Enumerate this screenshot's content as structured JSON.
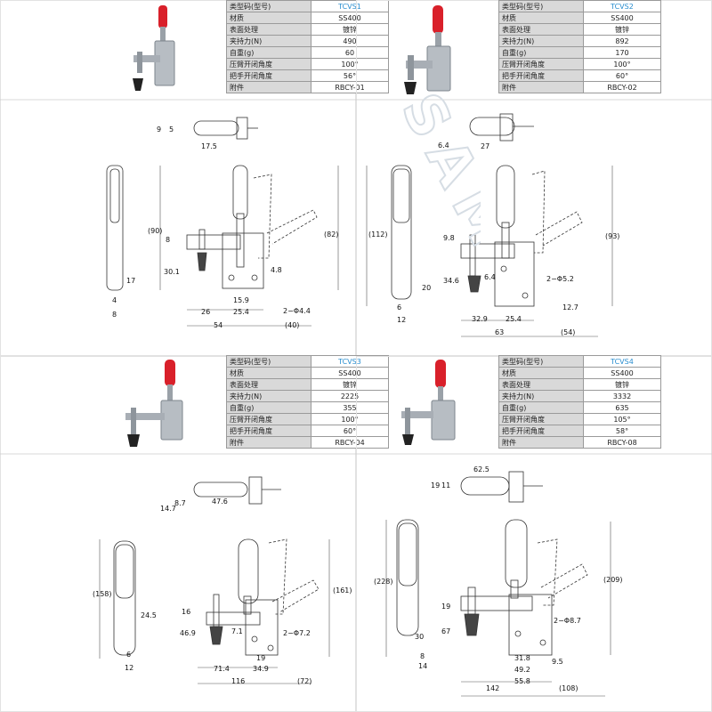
{
  "labels": {
    "model_code": "类型码(型号)",
    "material": "材质",
    "surface": "表面处理",
    "holding": "夹持力(N)",
    "weight": "自重(g)",
    "arm_angle": "压臂开闭角度",
    "handle_angle": "把手开闭角度",
    "accessory": "附件"
  },
  "products": [
    {
      "model": "TCVS1",
      "material": "SS400",
      "surface": "镀锌",
      "holding_force": "490",
      "weight": "60",
      "arm_angle": "100°",
      "handle_angle": "56°",
      "accessory": "RBCY-01",
      "dims": {
        "top_h1": "9",
        "top_h2": "5",
        "top_w": "17.5",
        "side_total": "(90)",
        "side_17": "17",
        "side_4": "4",
        "side_8": "8",
        "v_8": "8",
        "v_30_1": "30.1",
        "v_4_8": "4.8",
        "v_82": "(82)",
        "w_15_9": "15.9",
        "hole": "2−Φ4.4",
        "w_26": "26",
        "w_25_4": "25.4",
        "w_54": "54",
        "w_40": "(40)"
      }
    },
    {
      "model": "TCVS2",
      "material": "SS400",
      "surface": "镀锌",
      "holding_force": "892",
      "weight": "170",
      "arm_angle": "100°",
      "handle_angle": "60°",
      "accessory": "RBCY-02",
      "dims": {
        "top_h": "6.4",
        "top_w": "27",
        "side_total": "(112)",
        "side_20": "20",
        "side_6": "6",
        "side_12": "12",
        "v_9_8": "9.8",
        "v_34_6": "34.6",
        "v_6_4": "6.4",
        "v_93": "(93)",
        "hole": "2−Φ5.2",
        "w_12_7": "12.7",
        "w_32_9": "32.9",
        "w_25_4": "25.4",
        "w_63": "63",
        "w_54": "(54)"
      }
    },
    {
      "model": "TCVS3",
      "material": "SS400",
      "surface": "镀锌",
      "holding_force": "2225",
      "weight": "355",
      "arm_angle": "100°",
      "handle_angle": "60°",
      "accessory": "RBCY-04",
      "dims": {
        "top_h1": "14.7",
        "top_h2": "8.7",
        "top_w": "47.6",
        "side_total": "(158)",
        "side_24_5": "24.5",
        "side_6": "6",
        "side_12": "12",
        "v_16": "16",
        "v_46_9": "46.9",
        "v_7_1": "7.1",
        "v_161": "(161)",
        "hole": "2−Φ7.2",
        "w_19": "19",
        "w_71_4": "71.4",
        "w_34_9": "34.9",
        "w_116": "116",
        "w_72": "(72)"
      }
    },
    {
      "model": "TCVS4",
      "material": "SS400",
      "surface": "镀锌",
      "holding_force": "3332",
      "weight": "635",
      "arm_angle": "105°",
      "handle_angle": "58°",
      "accessory": "RBCY-08",
      "dims": {
        "top_h1": "19",
        "top_h2": "11",
        "top_w": "62.5",
        "side_total": "(228)",
        "side_30": "30",
        "side_8": "8",
        "side_14": "14",
        "v_19": "19",
        "v_67": "67",
        "v_9_5": "9.5",
        "v_209": "(209)",
        "hole": "2−Φ8.7",
        "w_31_8": "31.8",
        "w_49_2": "49.2",
        "w_55_8": "55.8",
        "w_142": "142",
        "w_108": "(108)"
      }
    }
  ],
  "watermark": "SAMLE"
}
